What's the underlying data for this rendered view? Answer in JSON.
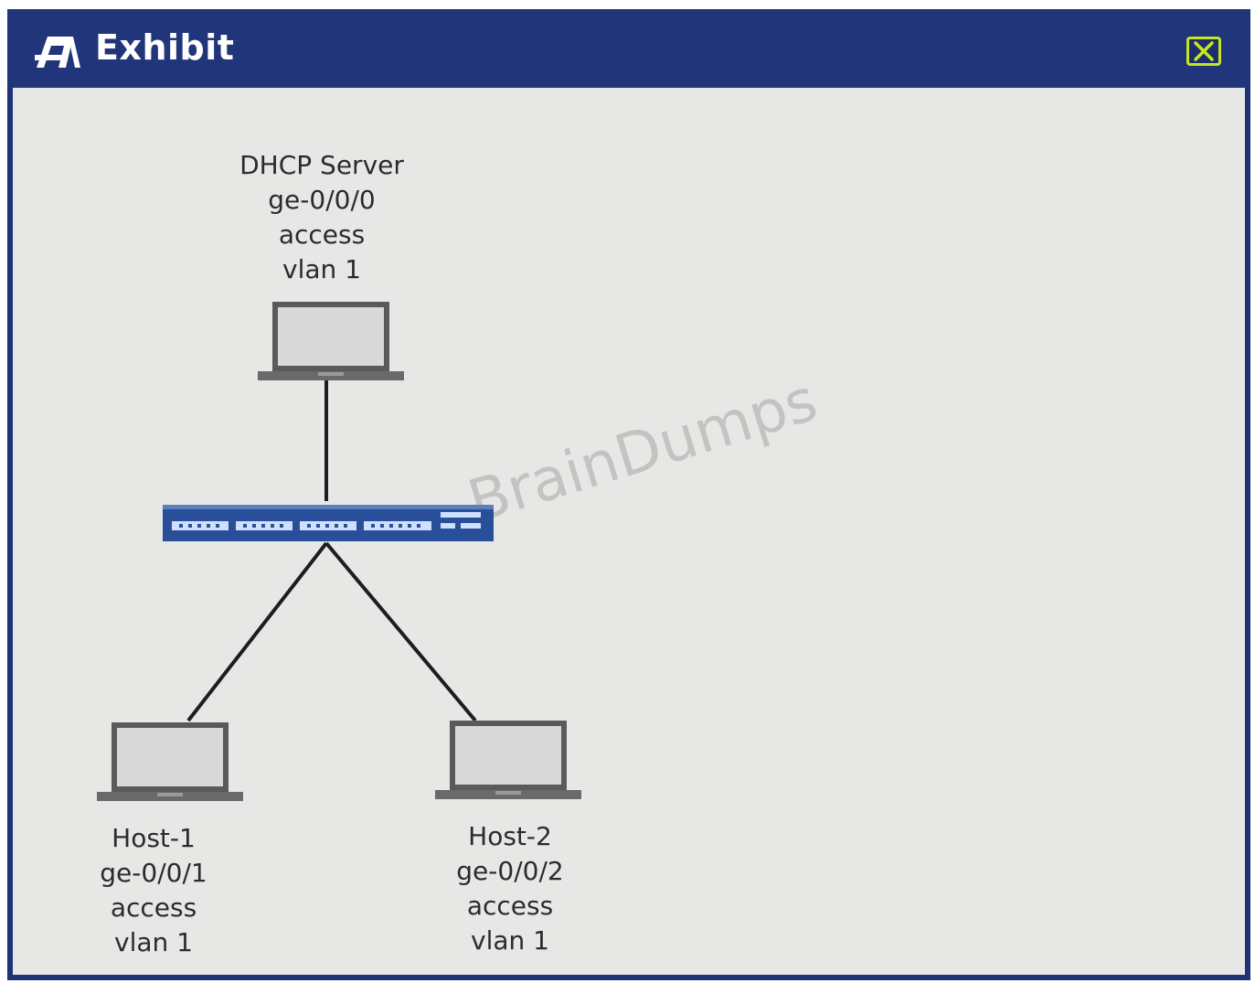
{
  "window": {
    "title": "Exhibit",
    "close_icon": "close-icon"
  },
  "diagram": {
    "watermark": "BrainDumps",
    "nodes": {
      "dhcp_server": {
        "lines": [
          "DHCP Server",
          "ge-0/0/0",
          "access",
          "vlan 1"
        ],
        "icon": "laptop-icon"
      },
      "switch": {
        "icon": "switch-icon"
      },
      "host1": {
        "lines": [
          "Host-1",
          "ge-0/0/1",
          "access",
          "vlan 1"
        ],
        "icon": "laptop-icon"
      },
      "host2": {
        "lines": [
          "Host-2",
          "ge-0/0/2",
          "access",
          "vlan 1"
        ],
        "icon": "laptop-icon"
      }
    },
    "links": [
      [
        "dhcp_server",
        "switch"
      ],
      [
        "switch",
        "host1"
      ],
      [
        "switch",
        "host2"
      ]
    ]
  },
  "colors": {
    "titlebar": "#21367a",
    "content_bg": "#e7e8e6",
    "close_border": "#c8e61e",
    "switch_body": "#2a4f9a"
  }
}
